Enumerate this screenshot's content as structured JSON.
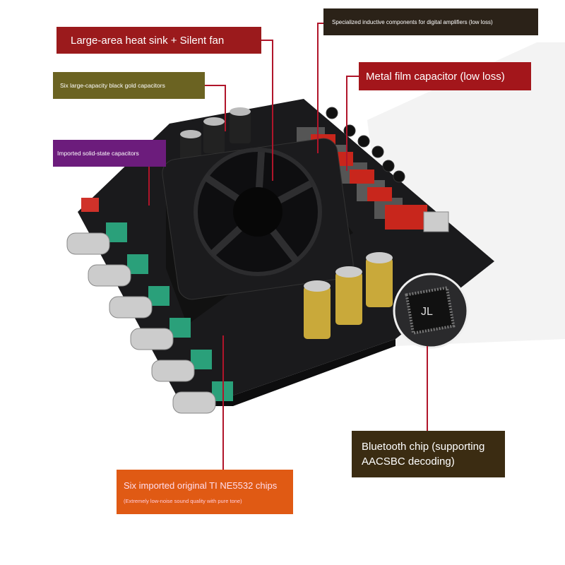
{
  "annotations": {
    "heat_sink": "Large-area heat sink + Silent fan",
    "inductors": "Specialized inductive components for digital amplifiers (low loss)",
    "black_gold_caps": "Six large-capacity black gold capacitors",
    "metal_film_cap": "Metal film capacitor (low loss)",
    "solid_state_caps": "Imported solid-state capacitors",
    "bluetooth_chip_line1": "Bluetooth chip (supporting",
    "bluetooth_chip_line2": "AACSBC decoding)",
    "ne5532_title": "Six imported original TI NE5532 chips",
    "ne5532_subtitle": "(Extremely low-noise sound quality with pure tone)"
  },
  "chip_logo": "JL",
  "colors": {
    "heat_sink_label": "#9b1a1c",
    "inductors_label": "#2b2218",
    "black_gold_label": "#6b6322",
    "metal_film_label": "#a3161b",
    "solid_state_label": "#6c1c7c",
    "bluetooth_label": "#3b2c12",
    "ne5532_label": "#e05a14",
    "leader_line": "#b0152a"
  }
}
